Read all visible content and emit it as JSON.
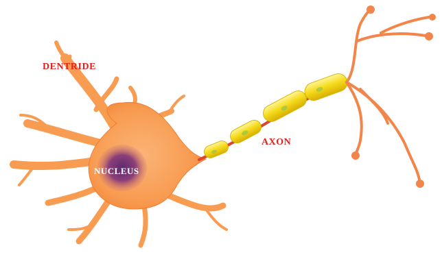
{
  "labels": {
    "dendrite": "DENTRIDE",
    "nucleus": "NUCLEUS",
    "axon": "AXON"
  },
  "colors": {
    "label_red": "#e3201b",
    "nucleus_label": "#ffffff",
    "cell_body": "#f9a25a",
    "cell_body_edge": "#f07d2c",
    "nucleus": "#8a3f73",
    "axon_core": "#d9452f",
    "myelin": "#f4d81c",
    "myelin_edge": "#d8b400",
    "terminal": "#f2854a"
  }
}
